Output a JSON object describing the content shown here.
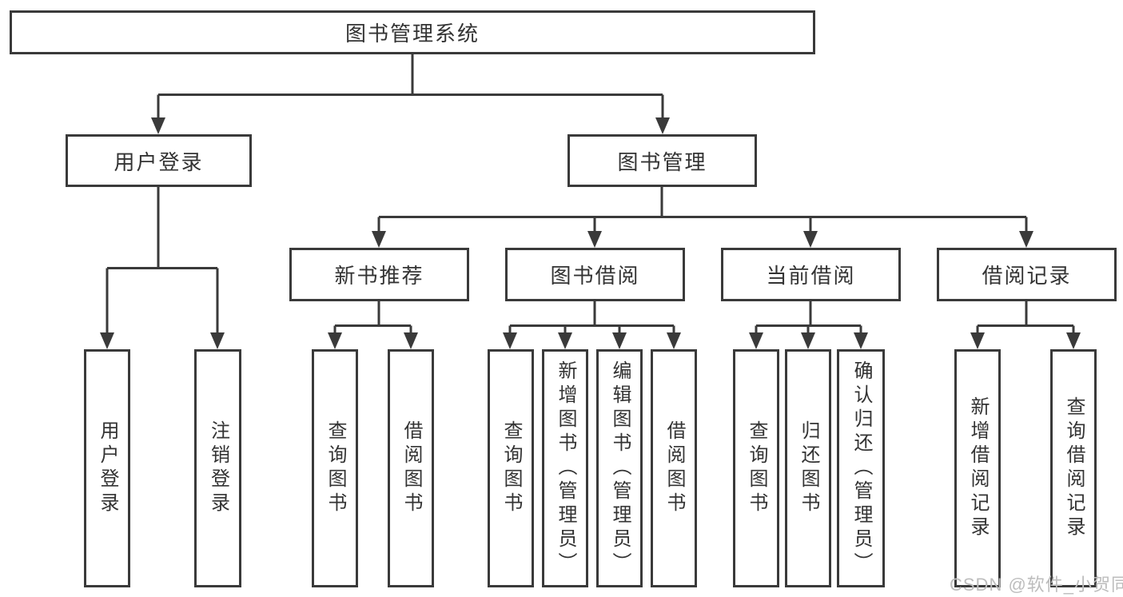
{
  "tree": {
    "label": "图书管理系统",
    "children": [
      {
        "label": "用户登录",
        "children": [
          {
            "label": "用户登录"
          },
          {
            "label": "注销登录"
          }
        ]
      },
      {
        "label": "图书管理",
        "children": [
          {
            "label": "新书推荐",
            "children": [
              {
                "label": "查询图书"
              },
              {
                "label": "借阅图书"
              }
            ]
          },
          {
            "label": "图书借阅",
            "children": [
              {
                "label": "查询图书"
              },
              {
                "label": "新增图书（管理员）"
              },
              {
                "label": "编辑图书（管理员）"
              },
              {
                "label": "借阅图书"
              }
            ]
          },
          {
            "label": "当前借阅",
            "children": [
              {
                "label": "查询图书"
              },
              {
                "label": "归还图书"
              },
              {
                "label": "确认归还（管理员）"
              }
            ]
          },
          {
            "label": "借阅记录",
            "children": [
              {
                "label": "新增借阅记录"
              },
              {
                "label": "查询借阅记录"
              }
            ]
          }
        ]
      }
    ]
  },
  "watermark": {
    "text": "CSDN @软件_小贺同学"
  },
  "colors": {
    "line": "#3a3a3a",
    "text": "#333333",
    "watermark": "#bdbdbd",
    "background": "#ffffff"
  }
}
